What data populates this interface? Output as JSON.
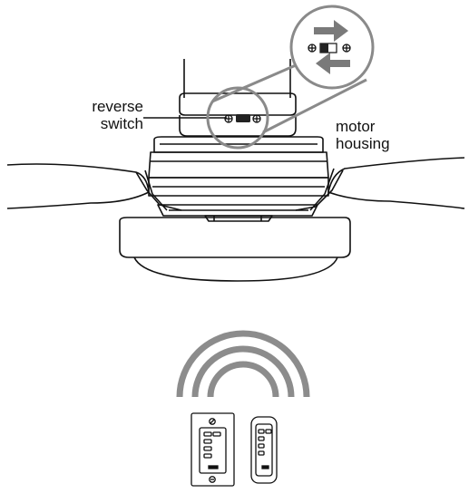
{
  "labels": {
    "reverse_switch": [
      "reverse",
      "switch"
    ],
    "motor_housing": [
      "motor",
      "housing"
    ]
  },
  "colors": {
    "line": "#111111",
    "callout_gray": "#8a8a8a",
    "arrow_gray": "#7a7a7a",
    "wave_gray": "#8c8c8c",
    "switch_fill": "#222222"
  },
  "icons": {
    "direction_arrows": "reverse-direction-arrows-icon",
    "screw": "screw-head-icon",
    "signal": "wireless-signal-icon",
    "wall_control": "wall-control-icon",
    "handheld_remote": "handheld-remote-icon"
  }
}
